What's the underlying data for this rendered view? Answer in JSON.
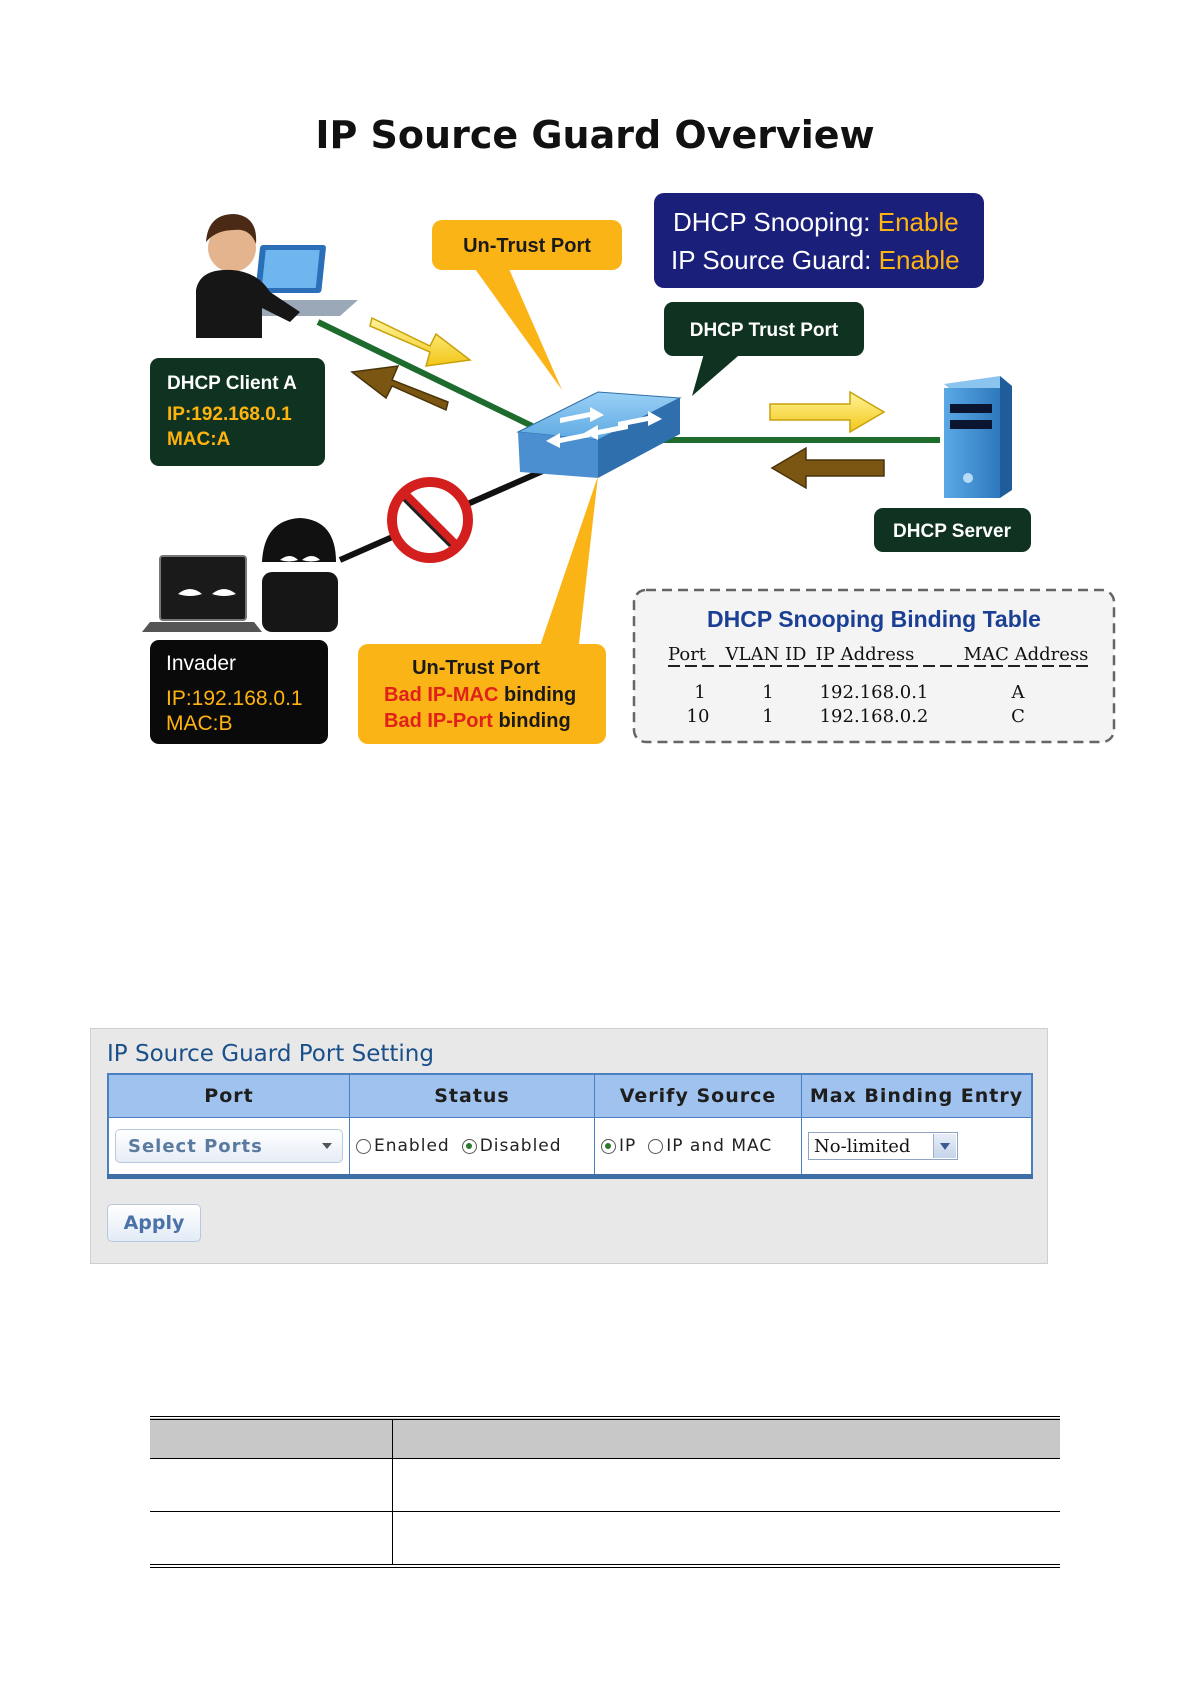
{
  "diagram": {
    "title": "IP Source Guard Overview",
    "untrust_top": "Un-Trust Port",
    "status_box": {
      "line1_label": "DHCP Snooping: ",
      "line1_value": "Enable",
      "line2_label": "IP Source Guard: ",
      "line2_value": "Enable"
    },
    "trust_port": "DHCP Trust Port",
    "client": {
      "name": "DHCP Client A",
      "ip": "IP:192.168.0.1",
      "mac": "MAC:A"
    },
    "server": "DHCP Server",
    "invader": {
      "name": "Invader",
      "ip": "IP:192.168.0.1",
      "mac": "MAC:B"
    },
    "untrust_bottom": {
      "title": "Un-Trust Port",
      "line1_red": "Bad IP-MAC",
      "line1_rest": " binding",
      "line2_red": "Bad IP-Port",
      "line2_rest": " binding"
    },
    "binding_table": {
      "title": "DHCP Snooping Binding Table",
      "headers": [
        "Port",
        "VLAN ID",
        "IP Address",
        "MAC Address"
      ],
      "rows": [
        [
          "1",
          "1",
          "192.168.0.1",
          "A"
        ],
        [
          "10",
          "1",
          "192.168.0.2",
          "C"
        ]
      ]
    },
    "colors": {
      "orange": "#fbb416",
      "dark_green": "#0f3320",
      "navy": "#1a1f7a",
      "yellow_text": "#ffb30f",
      "red_text": "#e0201a"
    }
  },
  "panel": {
    "title": "IP Source Guard Port Setting",
    "headers": {
      "port": "Port",
      "status": "Status",
      "verify": "Verify Source",
      "max": "Max Binding Entry"
    },
    "port_select": "Select Ports",
    "status_options": [
      "Enabled",
      "Disabled"
    ],
    "status_selected": "Disabled",
    "verify_options": [
      "IP",
      "IP and MAC"
    ],
    "verify_selected": "IP",
    "max_value": "No-limited",
    "apply_label": "Apply"
  }
}
